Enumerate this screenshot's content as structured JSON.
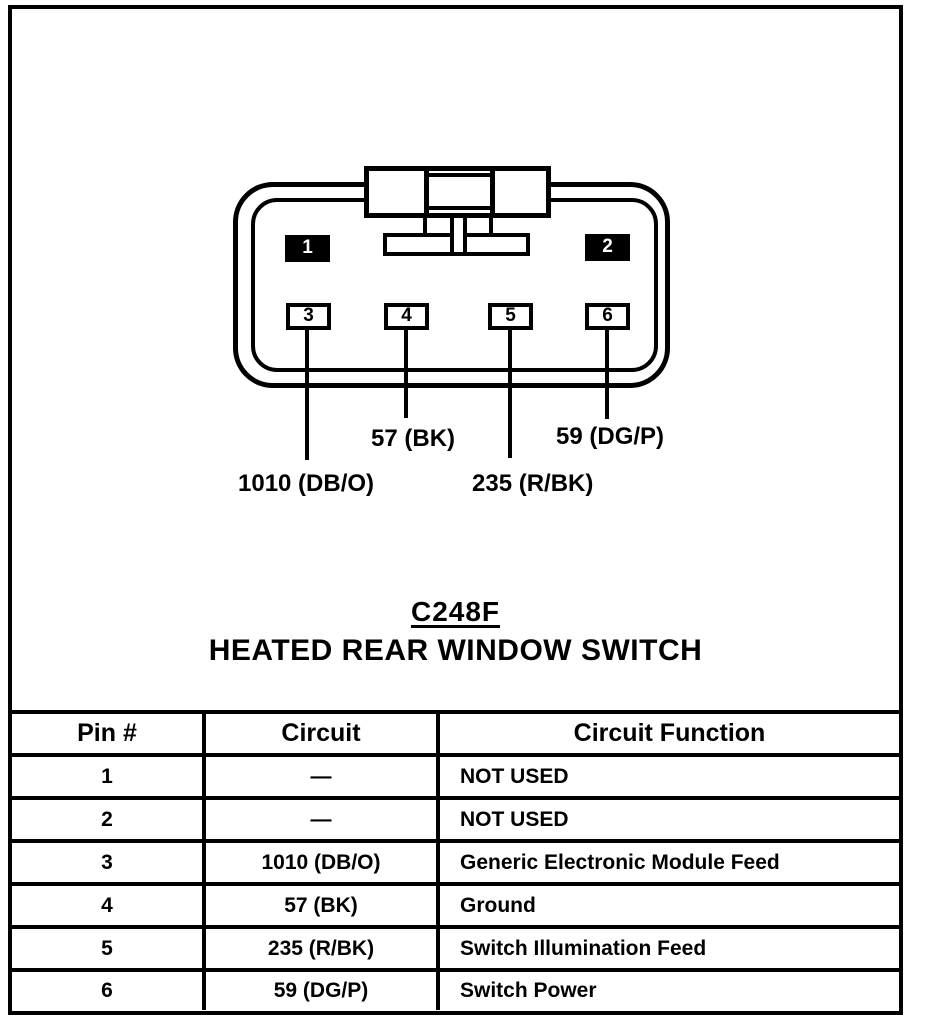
{
  "figure": {
    "connector_id": "C248F",
    "connector_name": "HEATED REAR WINDOW SWITCH"
  },
  "connector": {
    "pins": [
      {
        "number": "1",
        "style": "filled"
      },
      {
        "number": "2",
        "style": "filled"
      },
      {
        "number": "3",
        "style": "open"
      },
      {
        "number": "4",
        "style": "open"
      },
      {
        "number": "5",
        "style": "open"
      },
      {
        "number": "6",
        "style": "open"
      }
    ],
    "wire_labels": {
      "pin3": "1010 (DB/O)",
      "pin4": "57 (BK)",
      "pin5": "235 (R/BK)",
      "pin6": "59 (DG/P)"
    }
  },
  "pin_table": {
    "headers": [
      "Pin #",
      "Circuit",
      "Circuit Function"
    ],
    "rows": [
      {
        "pin": "1",
        "circuit": "—",
        "function": "NOT USED"
      },
      {
        "pin": "2",
        "circuit": "—",
        "function": "NOT USED"
      },
      {
        "pin": "3",
        "circuit": "1010 (DB/O)",
        "function": "Generic Electronic Module Feed"
      },
      {
        "pin": "4",
        "circuit": "57 (BK)",
        "function": "Ground"
      },
      {
        "pin": "5",
        "circuit": "235 (R/BK)",
        "function": "Switch Illumination Feed"
      },
      {
        "pin": "6",
        "circuit": "59 (DG/P)",
        "function": "Switch Power"
      }
    ]
  },
  "colors": {
    "ink": "#000000",
    "paper": "#ffffff"
  }
}
